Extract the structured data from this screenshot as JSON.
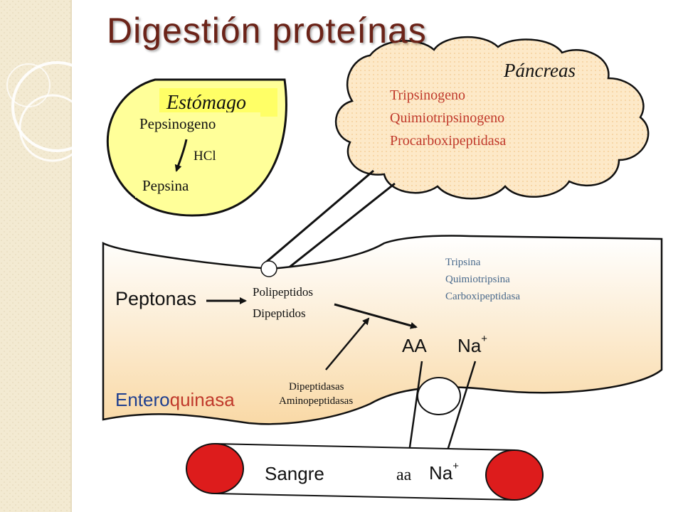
{
  "title": "Digestión proteínas",
  "stomach": {
    "title": "Estómago",
    "precursor": "Pepsinogeno",
    "activator": "HCl",
    "enzyme": "Pepsina",
    "fill_color": "#ffff99"
  },
  "pancreas": {
    "title": "Páncreas",
    "enzymes": [
      "Tripsinogeno",
      "Quimiotripsinogeno",
      "Procarboxipeptidasa"
    ],
    "text_color": "#c0392b"
  },
  "intestine": {
    "enzymes": [
      "Tripsina",
      "Quimiotripsina",
      "Carboxipeptidasa"
    ],
    "substrate": "Peptonas",
    "products": [
      "Polipeptidos",
      "Dipeptidos"
    ],
    "brush_border_enzymes": [
      "Dipeptidasas",
      "Aminopeptidasas"
    ],
    "absorbed": {
      "aa": "AA",
      "na": "Na",
      "charge": "+"
    },
    "activator": {
      "part1": "Entero",
      "part2": "quinasa"
    },
    "enzyme_color": "#4a6a8c"
  },
  "blood": {
    "label": "Sangre",
    "aa": "aa",
    "na": "Na",
    "charge": "+",
    "cap_color": "#dd1c1c"
  },
  "colors": {
    "title": "#6b2318",
    "pancreas_fill": "#fde9c8",
    "intestine_fill_top": "#ffffff",
    "intestine_fill_bottom": "#f9d9a6",
    "sidebar": "#f3ead2"
  }
}
